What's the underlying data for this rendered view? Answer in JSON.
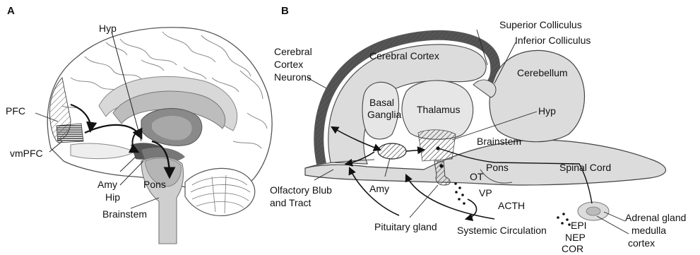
{
  "figure": {
    "panel_a": {
      "letter": "A",
      "labels": {
        "hyp": "Hyp",
        "pfc": "PFC",
        "vmpfc": "vmPFC",
        "amy": "Amy",
        "hip": "Hip",
        "pons": "Pons",
        "brainstem": "Brainstem"
      }
    },
    "panel_b": {
      "letter": "B",
      "labels": {
        "superior_colliculus": "Superior Colliculus",
        "inferior_colliculus": "Inferior Colliculus",
        "cerebral_cortex_neurons": [
          "Cerebral",
          "Cortex",
          "Neurons"
        ],
        "cerebral_cortex": "Cerebral Cortex",
        "cerebellum": "Cerebellum",
        "basal_ganglia": [
          "Basal",
          "Ganglia"
        ],
        "thalamus": "Thalamus",
        "hyp": "Hyp",
        "brainstem": "Brainstem",
        "pons": "Pons",
        "spinal_cord": "Spinal Cord",
        "ot": "OT",
        "vp": "VP",
        "acth": "ACTH",
        "olfactory": [
          "Olfactory Blub",
          "and Tract"
        ],
        "amy": "Amy",
        "pituitary_gland": "Pituitary gland",
        "systemic_circulation": "Systemic Circulation",
        "epi": "EPI",
        "nep": "NEP",
        "cor": "COR",
        "adrenal": [
          "Adrenal gland",
          "medulla",
          "cortex"
        ]
      }
    }
  }
}
